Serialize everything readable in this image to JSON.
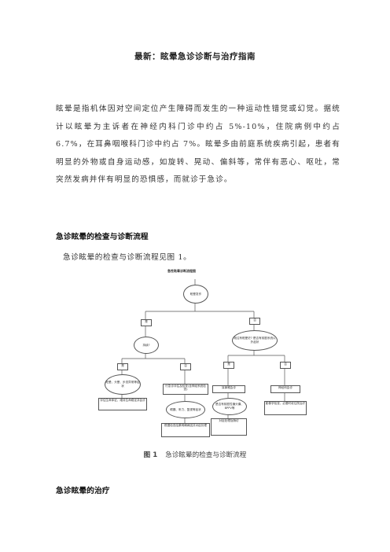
{
  "doc": {
    "title": "最新：眩晕急诊诊断与治疗指南",
    "paragraph": "眩晕是指机体因对空间定位产生障碍而发生的一种运动性错觉或幻觉。据统计以眩晕为主诉者在神经内科门诊中约占 5%-10%，住院病例中约占 6.7%，在耳鼻咽喉科门诊中约占 7%。眩晕多由前庭系统疾病引起，患者有明显的外物或自身运动感，如旋转、晃动、偏斜等，常伴有恶心、呕吐，常突然发病并伴有明显的恐惧感，而就诊于急诊。",
    "section1_heading": "急诊眩晕的检查与诊断流程",
    "section1_intro": "急诊眩晕的检查与诊断流程见图 1。",
    "figure_number": "图 1",
    "figure_caption": "急诊眩晕的检查与诊断流程",
    "section2_heading": "急诊眩晕的治疗"
  },
  "flowchart": {
    "title": "急性眩晕诊断流程图",
    "root": "眩晕发作",
    "yes": "是",
    "no": "否",
    "left_question": "持续?",
    "right_question": "既往有眩晕史? 是否有前庭系统以外症状",
    "ll_yes": "是",
    "ll_no": "否",
    "ll_oval": "眩晕、头晕、步态异常等症状",
    "ll_box": "评估生命体征，维持生命稳定并会诊",
    "lr_box": "行急诊评估及检查(含神经系统检查)",
    "lr_oval": "眼震、听力、复视等症状",
    "lr_box2": "根据检查结果明确病因并对症处理",
    "rl_yes": "是",
    "rl_no": "否",
    "rl_box": "耳鼻喉会诊",
    "rl_oval": "是否有前庭性偏头痛、BPPV等",
    "rl_box2": "对症处理及随访",
    "rr_box": "神经科会诊",
    "rr_box2": "影像学检查，必要时收住院治疗"
  }
}
